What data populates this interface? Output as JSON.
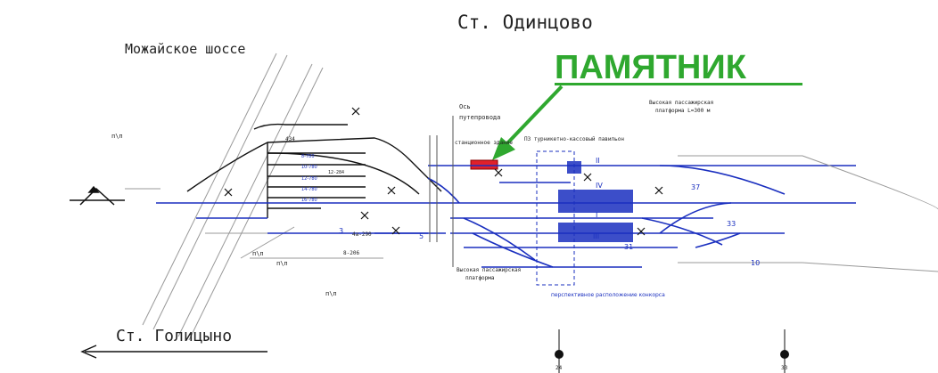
{
  "station_title": "Ст. Одинцово",
  "road_label": "Можайское шоссе",
  "highlight_label": "ПАМЯТНИК",
  "direction_label": "Ст. Голицыно",
  "watermark": "",
  "annotations": {
    "axis_label_1": "Ось",
    "axis_label_2": "путепровода",
    "station_building": "станционное здание",
    "pavilion": "П3 турникетно-кассовый павильон",
    "high_platform_top_1": "Высокая пассажирская",
    "high_platform_top_2": "платформа L=300 м",
    "high_platform_bottom_1": "Высокая пассажирская",
    "high_platform_bottom_2": "платформа",
    "concourse": "перспективное расположение конкорса"
  },
  "track_numbers": [
    "II",
    "IV",
    "I",
    "III",
    "3",
    "5",
    "10",
    "37",
    "33",
    "31",
    "24",
    "33"
  ],
  "small_labels": {
    "pn_1": "п\\п",
    "pn_2": "п\\п",
    "pn_3": "п\\п",
    "pn_4": "п\\п",
    "km": "4а-290",
    "km2": "8-206",
    "dist": "434",
    "t1": "8-780",
    "t2": "10-780",
    "t3": "12-780",
    "t4": "14-780",
    "t5": "16-780",
    "t6": "12-284"
  },
  "colors": {
    "track_blue": "#1a2fbf",
    "track_black": "#111111",
    "highlight_green": "#2fa82f",
    "monument_red": "#e0202a",
    "grey_lines": "#999999"
  },
  "icons": {
    "arrow_left": "arrow-left-icon",
    "pointer_arrow": "pointer-arrow-icon"
  }
}
